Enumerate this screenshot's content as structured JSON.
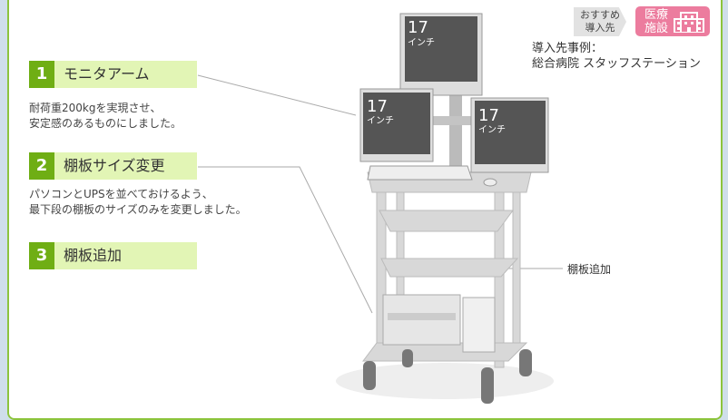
{
  "badges": {
    "recommended_line1": "おすすめ",
    "recommended_line2": "導入先",
    "category_line1": "医療",
    "category_line2": "施設",
    "category_icon": "hospital-icon"
  },
  "case_study": {
    "line1": "導入先事例：",
    "line2": "総合病院 スタッフステーション"
  },
  "features": [
    {
      "num": "1",
      "title": "モニタアーム",
      "desc1": "耐荷重200kgを実現させ、",
      "desc2": "安定感のあるものにしました。"
    },
    {
      "num": "2",
      "title": "棚板サイズ変更",
      "desc1": "パソコンとUPSを並べておけるよう、",
      "desc2": "最下段の棚板のサイズのみを変更しました。"
    },
    {
      "num": "3",
      "title": "棚板追加"
    }
  ],
  "product": {
    "monitor_size": "17",
    "monitor_unit": "インチ",
    "shelf_callout": "棚板追加"
  },
  "colors": {
    "green": "#6fae14",
    "light_green": "#e2f5b5",
    "pink": "#ec7c9e",
    "border": "#8cc43c"
  }
}
